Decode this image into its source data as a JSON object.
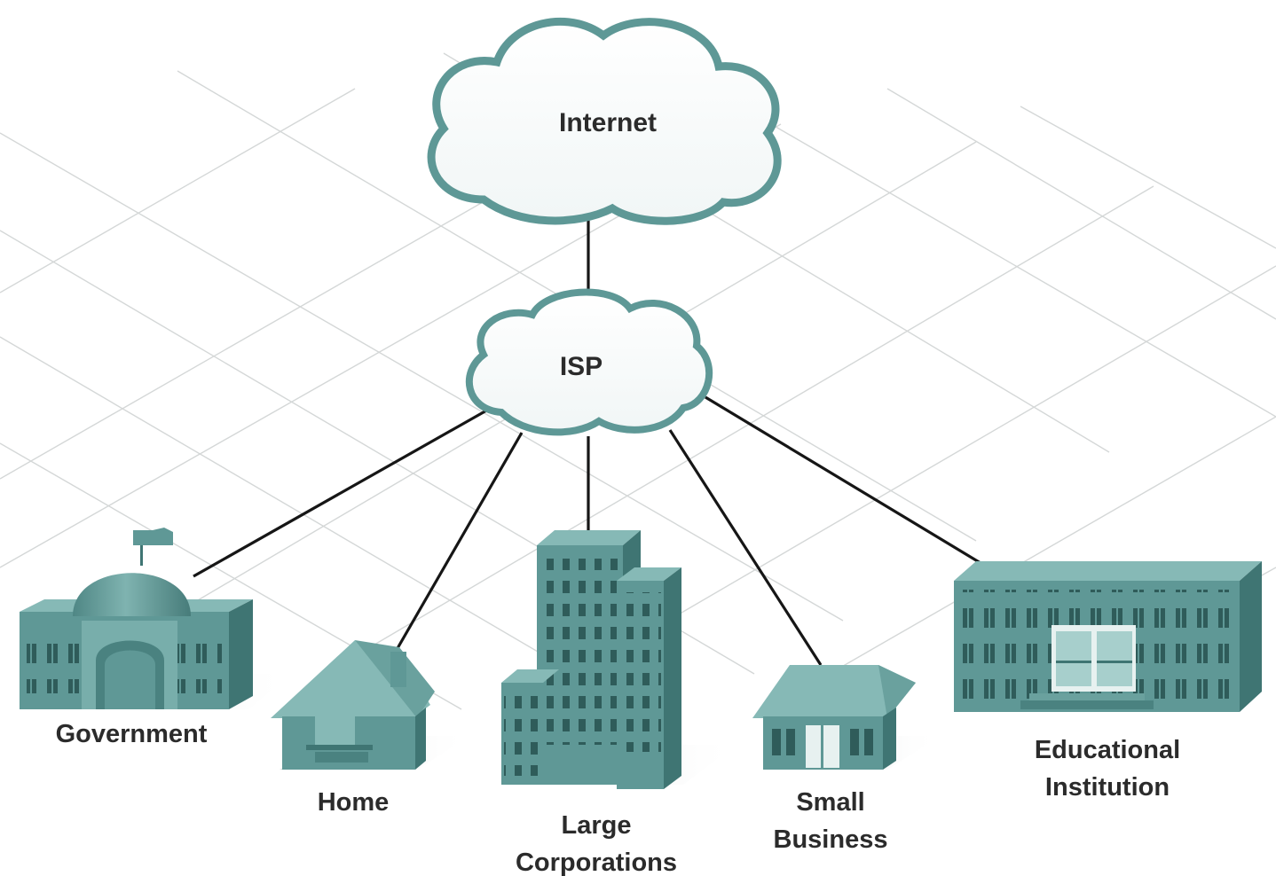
{
  "clouds": {
    "internet": {
      "label": "Internet"
    },
    "isp": {
      "label": "ISP"
    }
  },
  "nodes": {
    "government": {
      "label": "Government"
    },
    "home": {
      "label": "Home"
    },
    "large_corporations": {
      "label_line1": "Large",
      "label_line2": "Corporations"
    },
    "small_business": {
      "label_line1": "Small",
      "label_line2": "Business"
    },
    "educational_institution": {
      "label_line1": "Educational",
      "label_line2": "Institution"
    }
  },
  "colors": {
    "building_front": "#5f9896",
    "building_side": "#3f7573",
    "building_top": "#86b9b6",
    "window": "#2f5c5a",
    "cloud_outline": "#5e9896",
    "link": "#161616",
    "grid": "#d4d7d7"
  }
}
